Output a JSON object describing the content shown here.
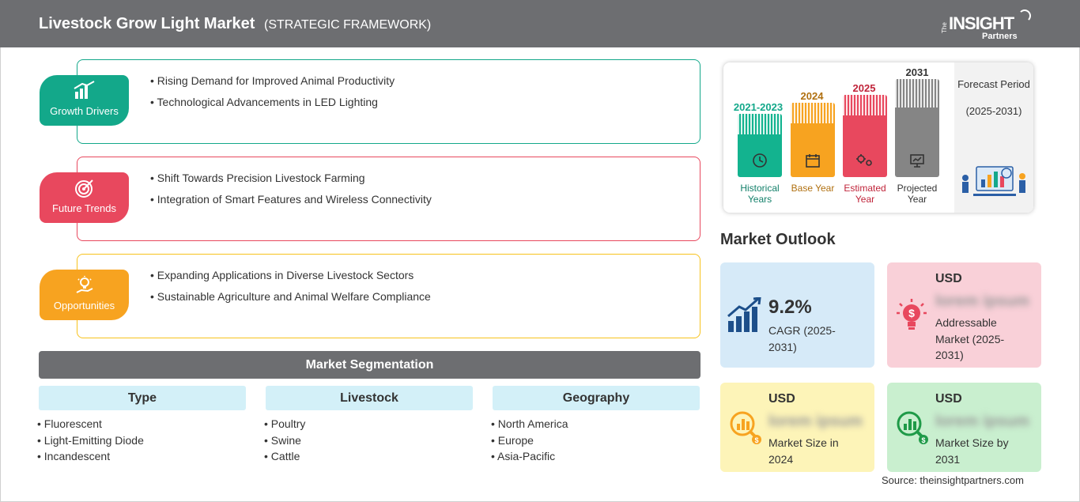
{
  "header": {
    "title": "Livestock Grow Light Market",
    "subtitle": "(STRATEGIC FRAMEWORK)",
    "logo": {
      "the": "The",
      "name": "INSIGHT",
      "partners": "Partners"
    }
  },
  "framework": [
    {
      "label": "Growth Drivers",
      "color": "#13a88a",
      "icon": "bar-growth-icon",
      "items": [
        "Rising Demand for Improved Animal Productivity",
        "Technological Advancements in LED Lighting"
      ]
    },
    {
      "label": "Future Trends",
      "color": "#e8485e",
      "icon": "target-icon",
      "items": [
        "Shift Towards Precision Livestock Farming",
        "Integration of Smart Features and Wireless Connectivity"
      ]
    },
    {
      "label": "Opportunities",
      "color": "#f7a320",
      "icon": "lightbulb-hand-icon",
      "items": [
        "Expanding Applications in Diverse Livestock Sectors",
        "Sustainable Agriculture and Animal Welfare Compliance"
      ]
    }
  ],
  "segmentation": {
    "title": "Market Segmentation",
    "columns": [
      {
        "heading": "Type",
        "items": [
          "Fluorescent",
          "Light-Emitting Diode",
          "Incandescent"
        ]
      },
      {
        "heading": "Livestock",
        "items": [
          "Poultry",
          "Swine",
          "Cattle"
        ]
      },
      {
        "heading": "Geography",
        "items": [
          "North America",
          "Europe",
          "Asia-Pacific"
        ]
      }
    ]
  },
  "timeline": {
    "bars": [
      {
        "year": "2021-2023",
        "label": "Historical Years",
        "color": "#13b38f",
        "icon": "history-icon"
      },
      {
        "year": "2024",
        "label": "Base Year",
        "color": "#f7a320",
        "icon": "calendar-icon"
      },
      {
        "year": "2025",
        "label": "Estimated Year",
        "color": "#e8485e",
        "icon": "gears-icon"
      },
      {
        "year": "2031",
        "label": "Projected Year",
        "color": "#858585",
        "icon": "presentation-icon"
      }
    ],
    "forecast_label": "Forecast Period",
    "forecast_range": "(2025-2031)"
  },
  "outlook": {
    "title": "Market Outlook",
    "cagr": {
      "value": "9.2%",
      "label": "CAGR (2025-2031)",
      "color": "#d6eaf8"
    },
    "addressable": {
      "currency": "USD",
      "value": "lorem ipsum",
      "label": "Addressable Market (2025-2031)",
      "color": "#f9d0d8"
    },
    "size_2024": {
      "currency": "USD",
      "value": "lorem ipsum",
      "label": "Market Size in 2024",
      "color": "#fdf4b8"
    },
    "size_2031": {
      "currency": "USD",
      "value": "lorem ipsum",
      "label": "Market Size by 2031",
      "color": "#c9efcf"
    }
  },
  "source": "Source: theinsightpartners.com"
}
